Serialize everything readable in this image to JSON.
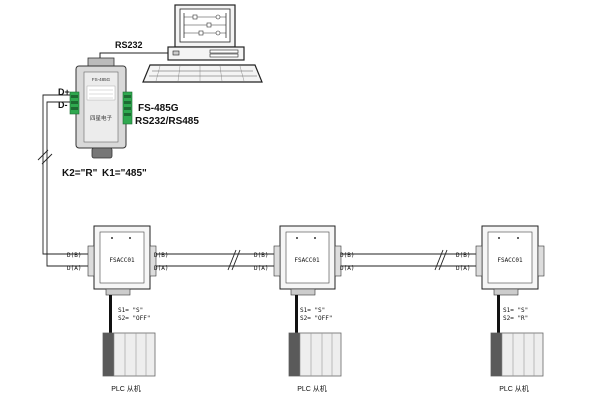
{
  "labels": {
    "rs232": "RS232",
    "d_plus": "D+",
    "d_minus": "D-",
    "converter_model": "FS-485G",
    "converter_mode": "RS232/RS485",
    "k2": "K2=\"R\"",
    "k1": "K1=\"485\""
  },
  "converter_face": {
    "top_text": "FS-485G",
    "brand_text": "四星电子"
  },
  "nodes": [
    {
      "module": "FSACC01",
      "port_b": "D(B)",
      "port_a": "D(A)",
      "port_b_right": "D(B)",
      "port_a_right": "D(A)",
      "switch_1": "S1= \"S\"",
      "switch_2": "S2= \"OFF\"",
      "plc_label": "PLC 从机"
    },
    {
      "module": "FSACC01",
      "port_b": "D(B)",
      "port_a": "D(A)",
      "port_b_right": "D(B)",
      "port_a_right": "D(A)",
      "switch_1": "S1= \"S\"",
      "switch_2": "S2= \"OFF\"",
      "plc_label": "PLC 从机"
    },
    {
      "module": "FSACC01",
      "port_b": "D(B)",
      "port_a": "D(A)",
      "switch_1": "S1= \"S\"",
      "switch_2": "S2= \"R\"",
      "plc_label": "PLC 从机"
    }
  ]
}
